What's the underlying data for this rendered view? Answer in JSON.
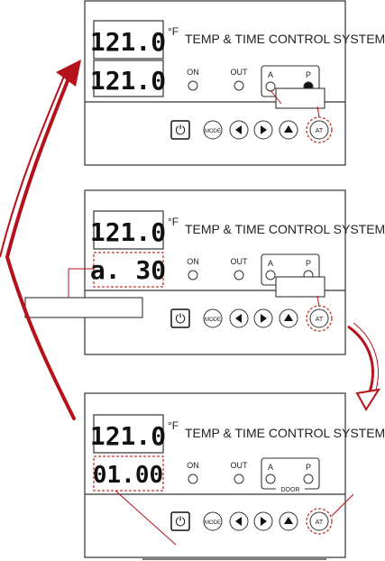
{
  "panel_title": "TEMP & TIME CONTROL SYSTEM",
  "unit": "°F",
  "labels": {
    "on": "ON",
    "out": "OUT",
    "a": "A",
    "p": "P",
    "door": "DOOR"
  },
  "buttons": {
    "mode": "MODE",
    "at": "AT"
  },
  "panels": [
    {
      "display_top": "121.0",
      "display_bottom": "121.0",
      "a_led_filled": false,
      "p_led_filled": true,
      "has_callout_box": true,
      "has_door_label": false
    },
    {
      "display_top": "121.0",
      "display_bottom": "a. 30",
      "a_led_filled": false,
      "p_led_filled": false,
      "has_callout_box": true,
      "has_door_label": false
    },
    {
      "display_top": "121.0",
      "display_bottom": "01.00",
      "a_led_filled": false,
      "p_led_filled": false,
      "has_callout_box": false,
      "has_door_label": true
    }
  ],
  "colors": {
    "arrow_red": "#b5121b",
    "dash_red": "#c0392b",
    "line": "#333333"
  }
}
